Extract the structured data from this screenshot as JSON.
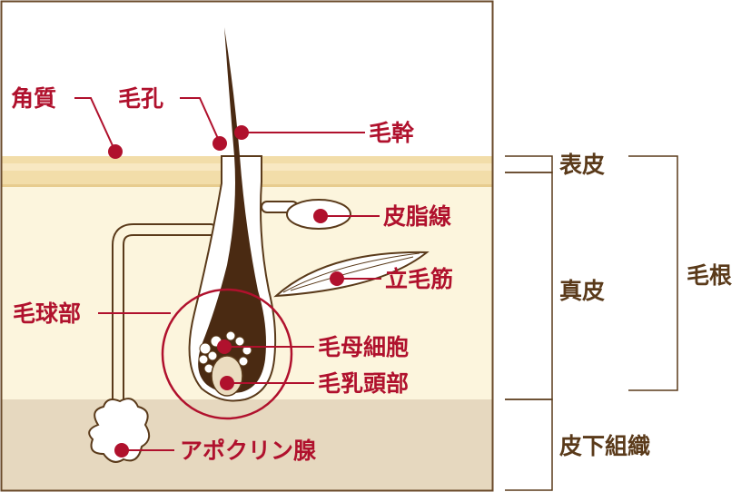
{
  "labels": {
    "kakushitsu": "角質",
    "moko": "毛孔",
    "mokan": "毛幹",
    "hishisen": "皮脂線",
    "rimokin": "立毛筋",
    "mokyubu": "毛球部",
    "mobosaibo": "毛母細胞",
    "nyutobu": "毛乳頭部",
    "apokurin": "アポクリン腺"
  },
  "layers": {
    "epidermis": "表皮",
    "dermis": "真皮",
    "subcutis": "皮下組織",
    "hair_root": "毛根"
  },
  "colors": {
    "red": "#B0112D",
    "brown_text": "#5A3A1A",
    "hair": "#4A2A12",
    "dermis": "#FCF5DD",
    "subcutis": "#E6D8BF",
    "epidermis": "#F2DDA9",
    "outline": "#5A3A1A"
  }
}
